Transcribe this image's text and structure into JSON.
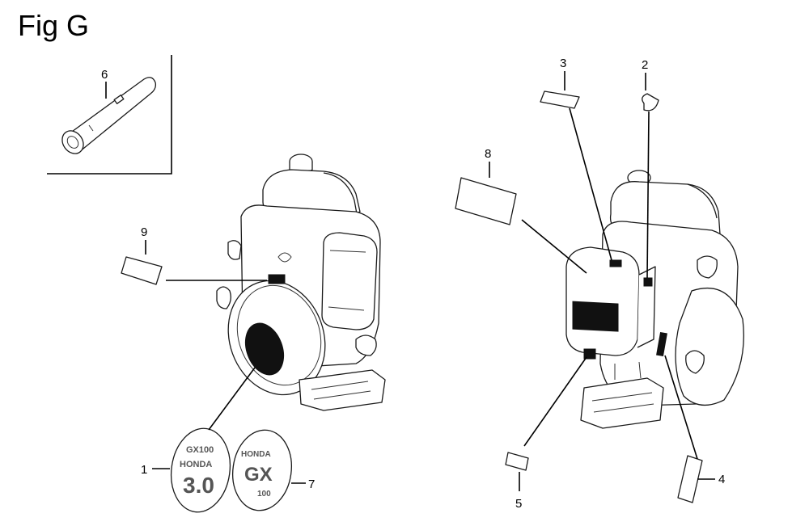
{
  "figure": {
    "title": "Fig G"
  },
  "callouts": [
    {
      "id": "1",
      "label": "1"
    },
    {
      "id": "2",
      "label": "2"
    },
    {
      "id": "3",
      "label": "3"
    },
    {
      "id": "4",
      "label": "4"
    },
    {
      "id": "5",
      "label": "5"
    },
    {
      "id": "6",
      "label": "6"
    },
    {
      "id": "7",
      "label": "7"
    },
    {
      "id": "8",
      "label": "8"
    },
    {
      "id": "9",
      "label": "9"
    }
  ],
  "emblems": {
    "emblem_1": {
      "line1": "GX100",
      "line2": "HONDA",
      "line3": "3.0"
    },
    "emblem_7": {
      "line1": "HONDA",
      "line2": "GX",
      "line3": "100"
    }
  }
}
